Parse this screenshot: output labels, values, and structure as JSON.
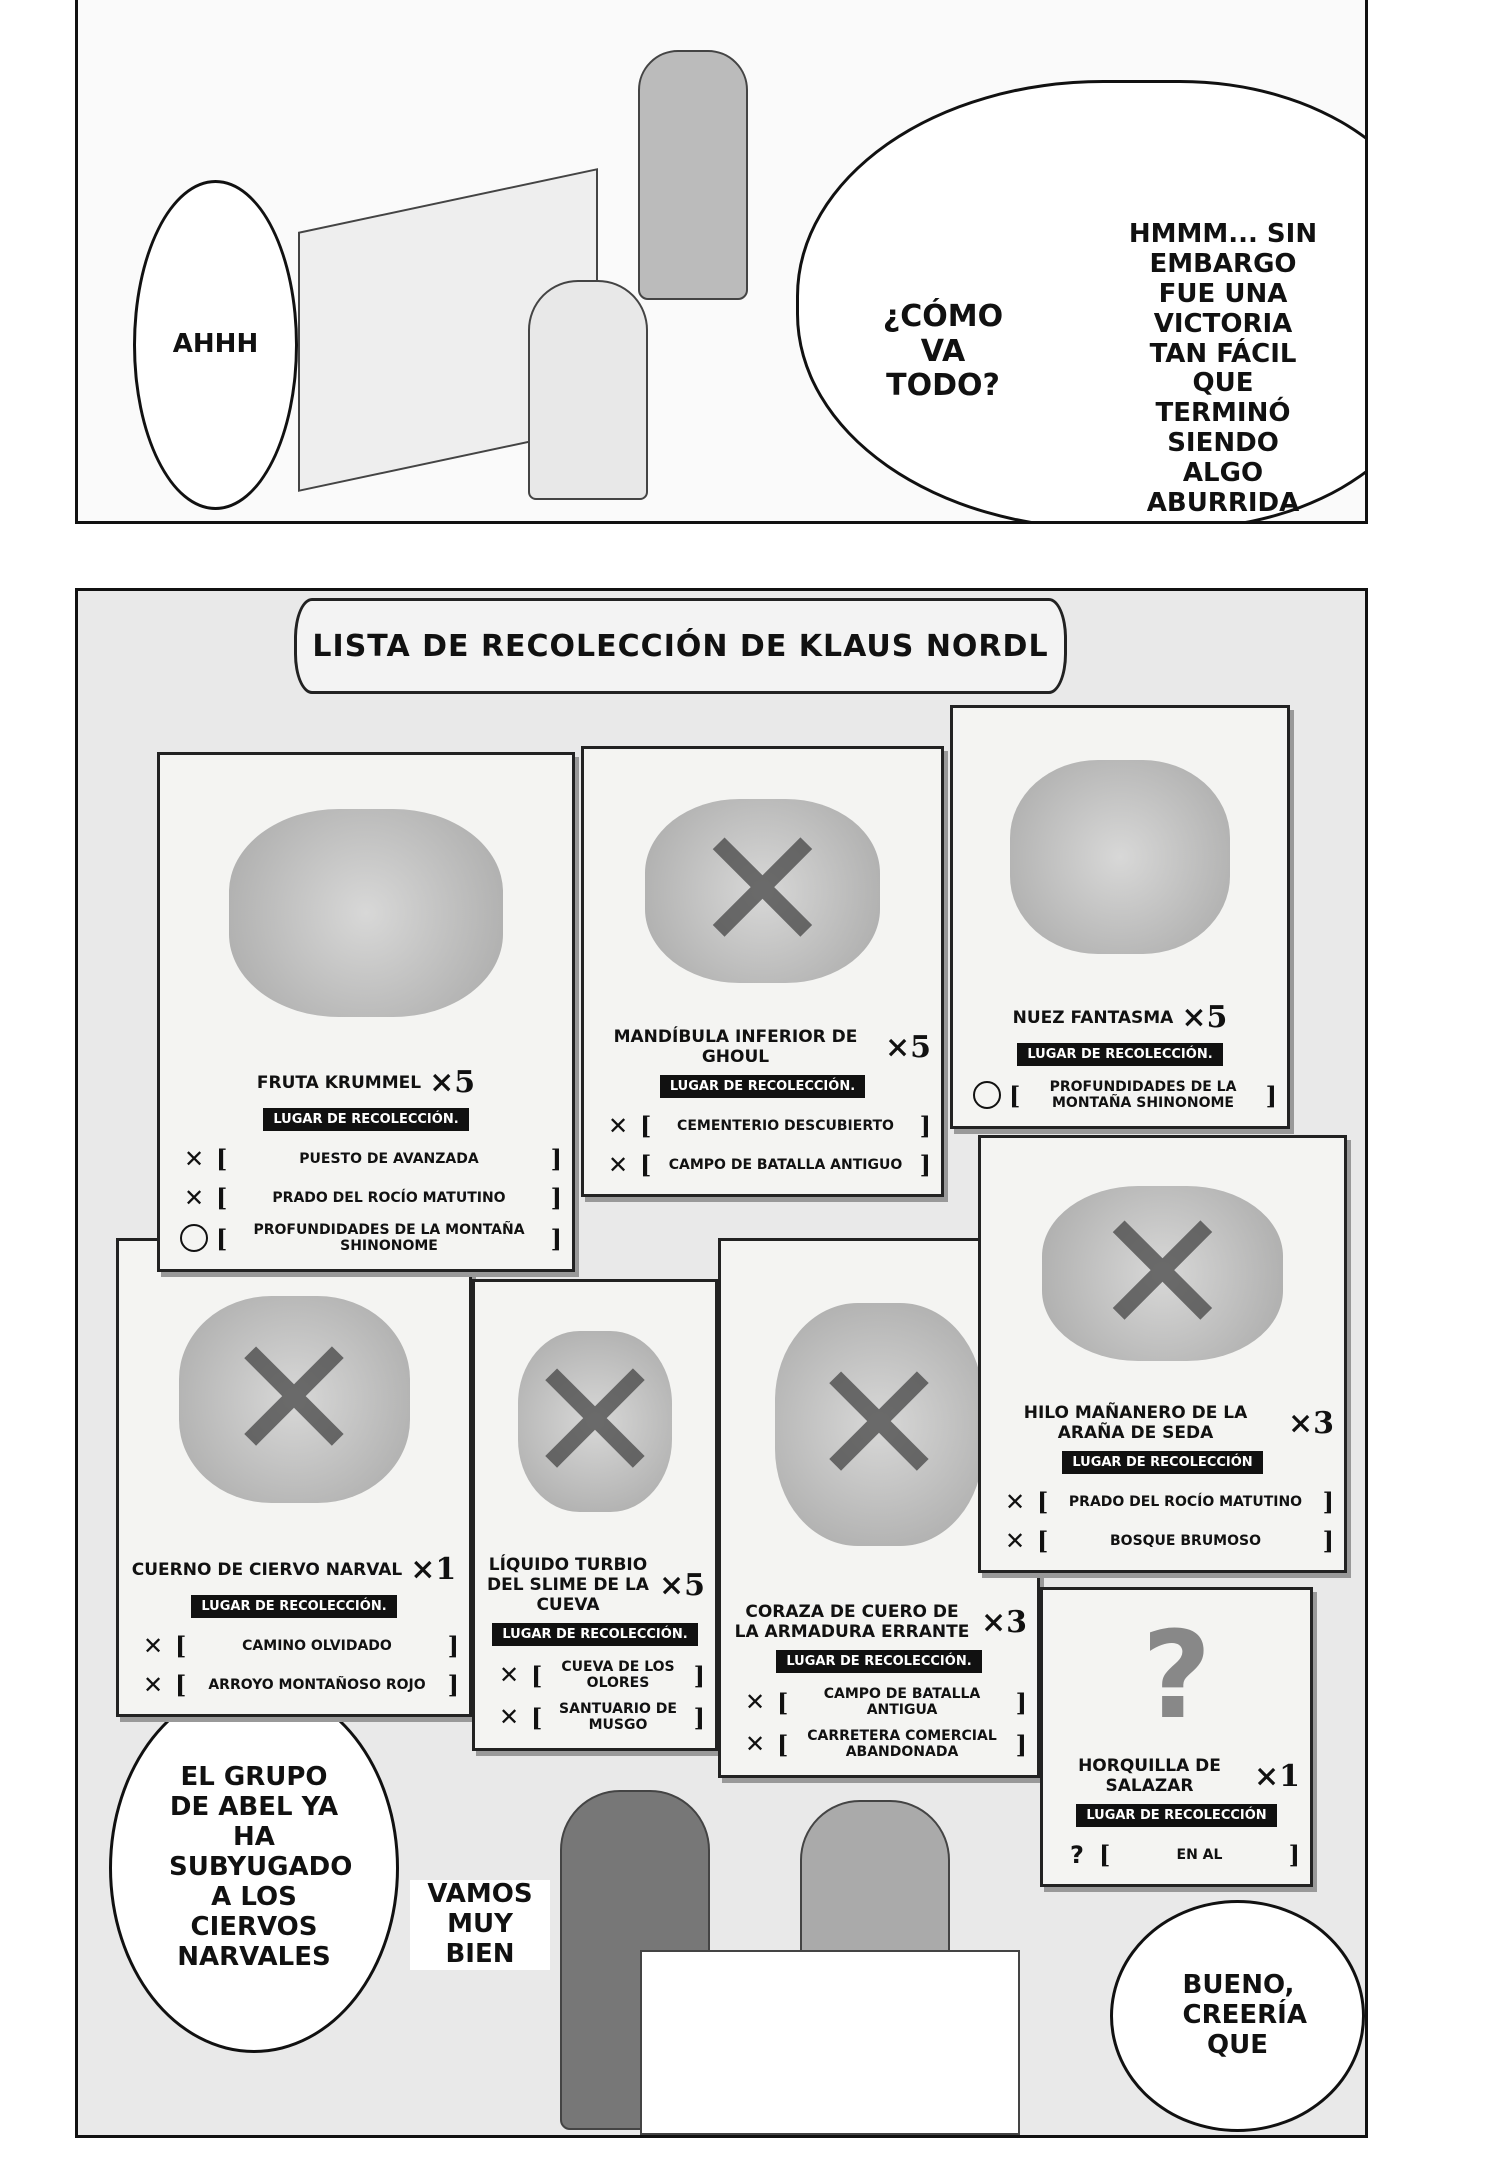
{
  "top_panel": {
    "bubble_ahhh": "AHHH",
    "bubble_how": "¿CÓMO VA TODO?",
    "bubble_hmmm": "HMMM... SIN EMBARGO FUE UNA VICTORIA TAN FÁCIL QUE TERMINÓ SIENDO ALGO ABURRIDA"
  },
  "bottom_panel": {
    "title": "LISTA DE RECOLECCIÓN DE KLAUS NORDL",
    "bubble_abel": "EL GRUPO DE ABEL YA HA SUBYUGADO A LOS CIERVOS NARVALES",
    "text_vamos": "VAMOS MUY BIEN",
    "bubble_bueno": "BUENO, CREERÍA QUE"
  },
  "cards": [
    {
      "name": "FRUTA KRUMMEL",
      "qty": "×5",
      "tag": "LUGAR DE RECOLECCIÓN.",
      "crossed": false,
      "locations": [
        {
          "mark": "x",
          "text": "PUESTO DE AVANZADA"
        },
        {
          "mark": "x",
          "text": "PRADO DEL ROCÍO MATUTINO"
        },
        {
          "mark": "o",
          "text": "PROFUNDIDADES DE LA MONTAÑA SHINONOME"
        }
      ]
    },
    {
      "name": "MANDÍBULA INFERIOR DE GHOUL",
      "qty": "×5",
      "tag": "LUGAR DE RECOLECCIÓN.",
      "crossed": true,
      "locations": [
        {
          "mark": "x",
          "text": "CEMENTERIO DESCUBIERTO"
        },
        {
          "mark": "x",
          "text": "CAMPO DE BATALLA ANTIGUO"
        }
      ]
    },
    {
      "name": "NUEZ FANTASMA",
      "qty": "×5",
      "tag": "LUGAR DE RECOLECCIÓN.",
      "crossed": false,
      "locations": [
        {
          "mark": "o",
          "text": "PROFUNDIDADES DE LA MONTAÑA SHINONOME"
        }
      ]
    },
    {
      "name": "CUERNO DE CIERVO NARVAL",
      "qty": "×1",
      "tag": "LUGAR DE RECOLECCIÓN.",
      "crossed": true,
      "locations": [
        {
          "mark": "x",
          "text": "CAMINO OLVIDADO"
        },
        {
          "mark": "x",
          "text": "ARROYO MONTAÑOSO ROJO"
        }
      ]
    },
    {
      "name": "LÍQUIDO TURBIO DEL SLIME DE LA CUEVA",
      "qty": "×5",
      "tag": "LUGAR DE RECOLECCIÓN.",
      "crossed": true,
      "locations": [
        {
          "mark": "x",
          "text": "CUEVA DE LOS OLORES"
        },
        {
          "mark": "x",
          "text": "SANTUARIO DE MUSGO"
        }
      ]
    },
    {
      "name": "CORAZA DE CUERO DE LA ARMADURA ERRANTE",
      "qty": "×3",
      "tag": "LUGAR DE RECOLECCIÓN.",
      "crossed": true,
      "locations": [
        {
          "mark": "x",
          "text": "CAMPO DE BATALLA ANTIGUA"
        },
        {
          "mark": "x",
          "text": "CARRETERA COMERCIAL ABANDONADA"
        }
      ]
    },
    {
      "name": "HILO MAÑANERO DE LA ARAÑA DE SEDA",
      "qty": "×3",
      "tag": "LUGAR DE RECOLECCIÓN",
      "crossed": true,
      "locations": [
        {
          "mark": "x",
          "text": "PRADO DEL ROCÍO MATUTINO"
        },
        {
          "mark": "x",
          "text": "BOSQUE BRUMOSO"
        }
      ]
    },
    {
      "name": "HORQUILLA DE SALAZAR",
      "qty": "×1",
      "tag": "LUGAR DE RECOLECCIÓN",
      "crossed": false,
      "unknown": true,
      "locations": [
        {
          "mark": "?",
          "text": "EN AL"
        }
      ]
    }
  ]
}
